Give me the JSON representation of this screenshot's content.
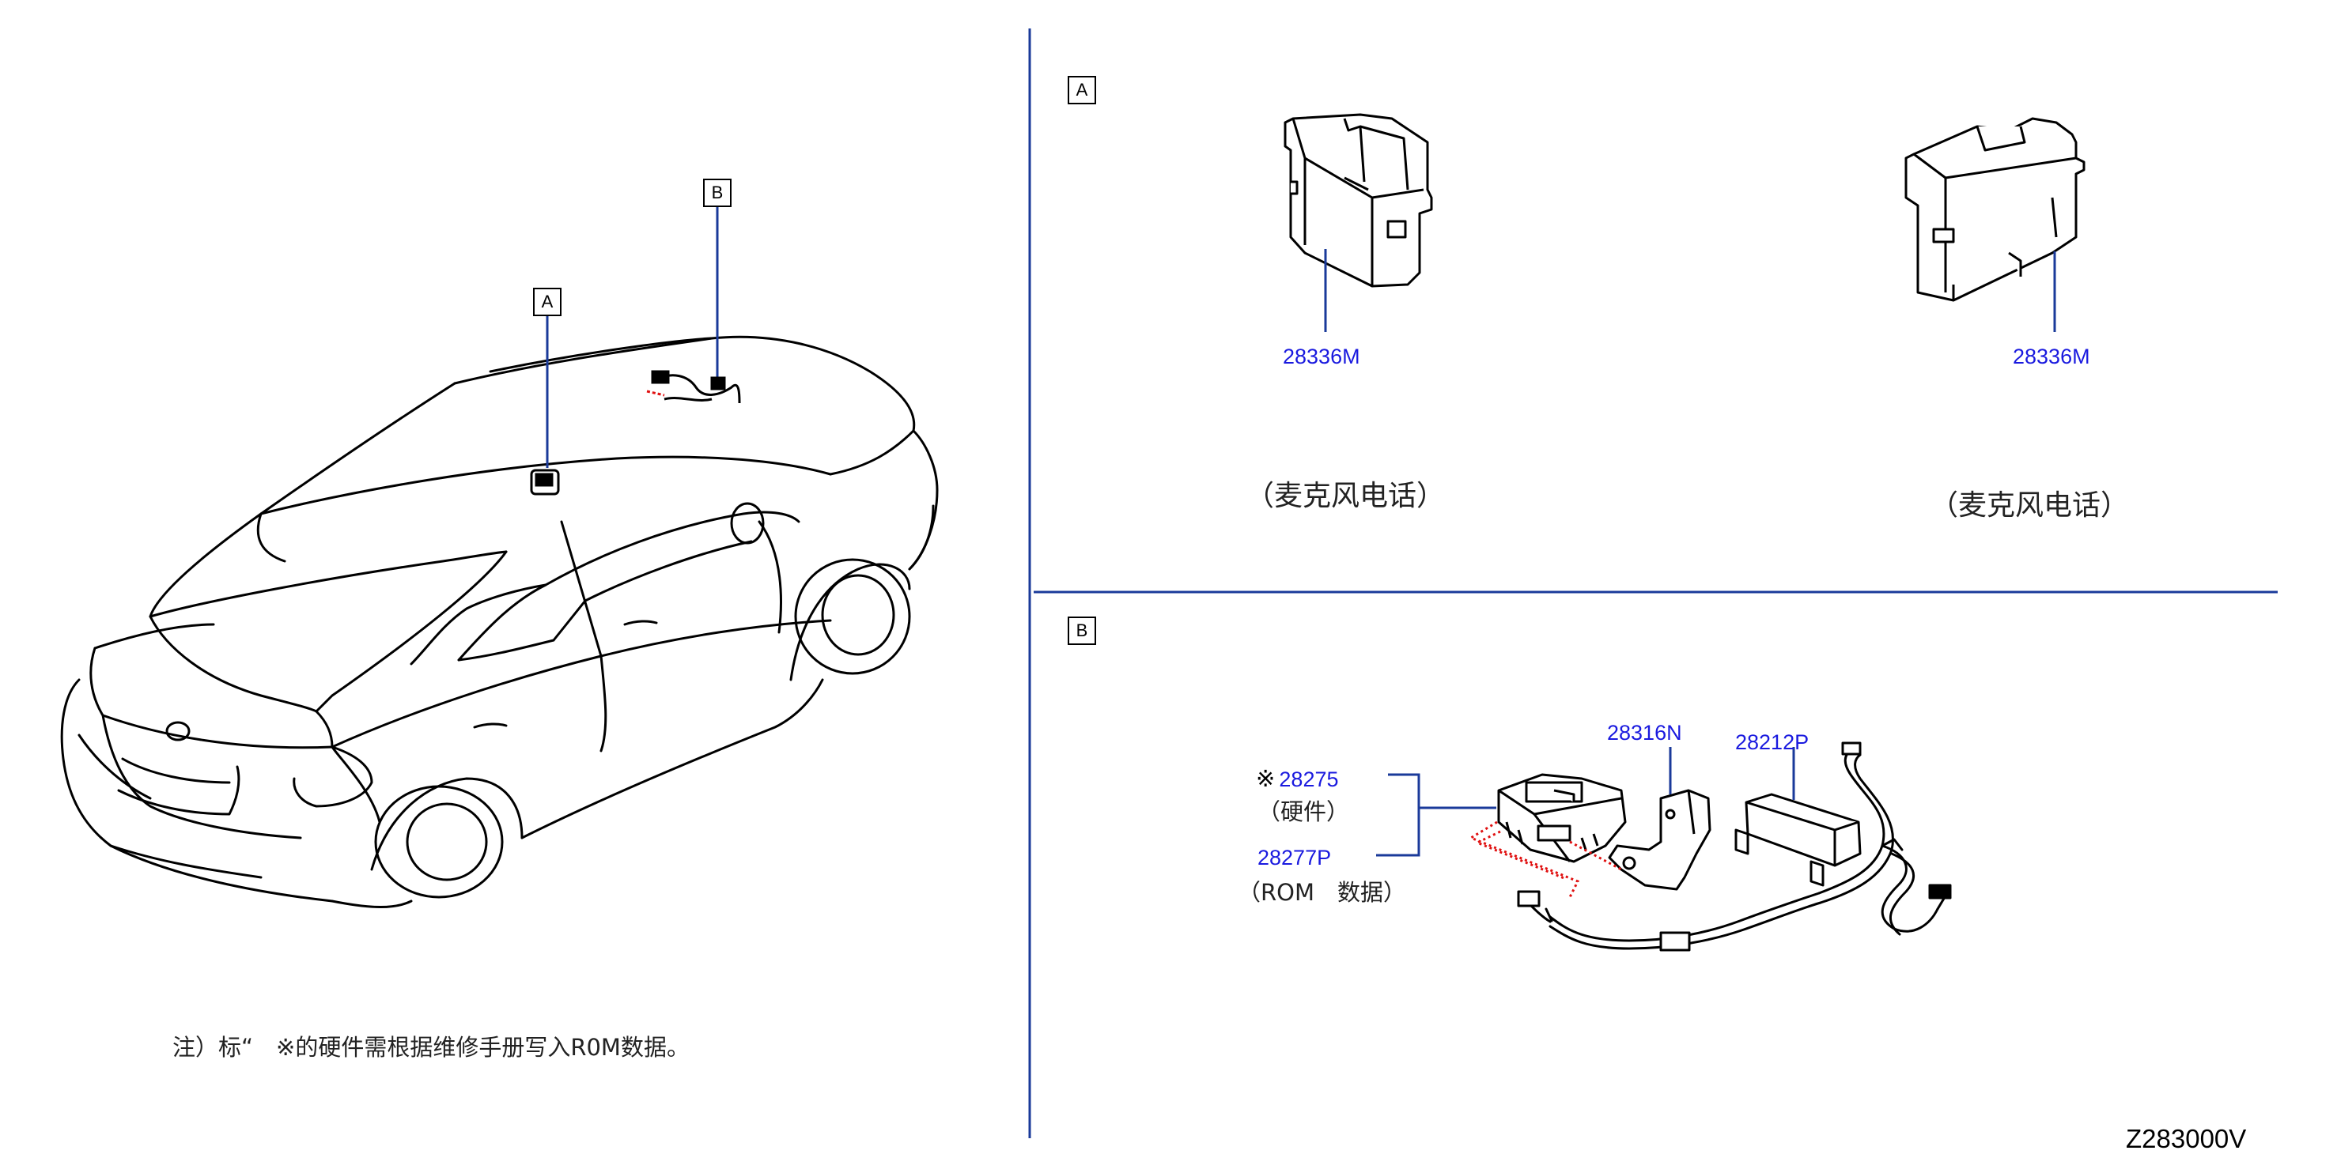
{
  "callouts": {
    "a": "A",
    "b": "B"
  },
  "panel_a": {
    "left_part": "28336M",
    "right_part": "28336M",
    "left_desc": "（麦克风电话）",
    "right_desc": "（麦克风电话）"
  },
  "panel_b": {
    "part_28275_mark": "※",
    "part_28275": "28275",
    "part_28275_desc": "（硬件）",
    "part_28277p": "28277P",
    "part_28277p_desc": "（ROM　数据）",
    "part_28316n": "28316N",
    "part_28212p": "28212P"
  },
  "note": "注）标“　※的硬件需根据维修手册写入R0M数据。",
  "figure_code": "Z283000V",
  "colors": {
    "leader": "#1a3a9a",
    "part_text": "#1a1adf",
    "dotted": "#e01010"
  }
}
